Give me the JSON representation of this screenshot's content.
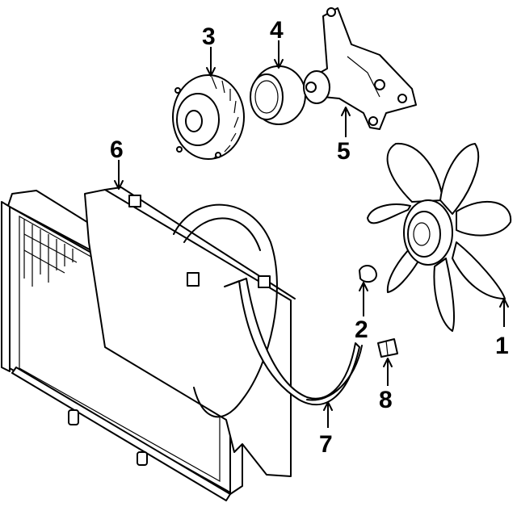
{
  "callouts": [
    {
      "id": "1",
      "label": "1",
      "part": "fan-blade"
    },
    {
      "id": "2",
      "label": "2",
      "part": "clip"
    },
    {
      "id": "3",
      "label": "3",
      "part": "fan-clutch"
    },
    {
      "id": "4",
      "label": "4",
      "part": "pulley"
    },
    {
      "id": "5",
      "label": "5",
      "part": "fan-bracket"
    },
    {
      "id": "6",
      "label": "6",
      "part": "fan-shroud"
    },
    {
      "id": "7",
      "label": "7",
      "part": "lower-shroud"
    },
    {
      "id": "8",
      "label": "8",
      "part": "retainer-clip"
    }
  ],
  "colors": {
    "line": "#000000",
    "background": "#ffffff"
  }
}
